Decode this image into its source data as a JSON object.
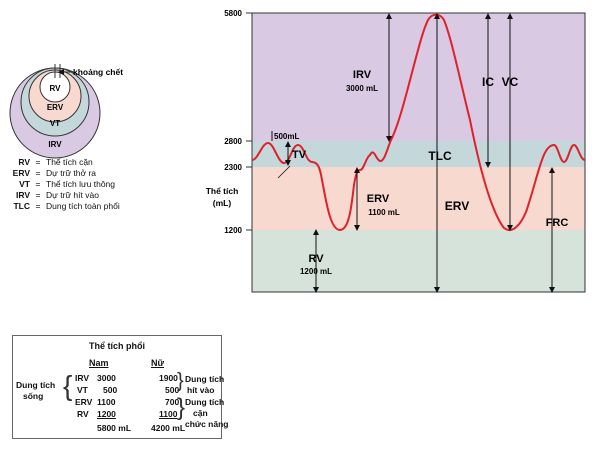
{
  "diagram": {
    "colors": {
      "irv_band": "#d9c9e3",
      "tv_band": "#c4d8dc",
      "erv_band": "#f8d9d0",
      "rv_band": "#d6e3da",
      "curve": "#e0202b"
    },
    "y_levels": {
      "top": "5800",
      "tv_top": "2800",
      "tv_bottom": "2300",
      "erv_bottom": "1200"
    },
    "y_axis_label": [
      "Thể tích",
      "(mL)"
    ],
    "labels": {
      "tv_500": "500mL",
      "tv": "TV",
      "irv": "IRV",
      "irv_value": "3000 mL",
      "tlc": "TLC",
      "ic": "IC",
      "vc": "VC",
      "erv_left": "ERV",
      "erv_left_value": "1100 mL",
      "erv_right": "ERV",
      "frc": "FRC",
      "rv": "RV",
      "rv_value": "1200 mL"
    }
  },
  "circles": {
    "dead_space": "khoảng chết",
    "rv": "RV",
    "erv": "ERV",
    "vt": "VT",
    "irv": "IRV"
  },
  "legend": [
    {
      "abbr": "RV",
      "def": "Thể tích cặn"
    },
    {
      "abbr": "ERV",
      "def": "Dự trữ thở ra"
    },
    {
      "abbr": "VT",
      "def": "Thể tích lưu thông"
    },
    {
      "abbr": "IRV",
      "def": "Dự trữ hít vào"
    },
    {
      "abbr": "TLC",
      "def": "Dung tích toàn phổi"
    }
  ],
  "volume_table": {
    "title": "Thể tích phổi",
    "col_male": "Nam",
    "col_female": "Nữ",
    "group_vital": [
      "Dung tích",
      "sống"
    ],
    "rows": [
      {
        "name": "IRV",
        "male": "3000",
        "female": "1900"
      },
      {
        "name": "VT",
        "male": "500",
        "female": "500"
      },
      {
        "name": "ERV",
        "male": "1100",
        "female": "700"
      },
      {
        "name": "RV",
        "male": "1200",
        "female": "1100"
      }
    ],
    "totals": {
      "male": "5800 mL",
      "female": "4200 mL"
    },
    "group_inspiratory": [
      "Dung tích",
      "hít vào"
    ],
    "group_frc": [
      "Dung tích",
      "cặn",
      "chức năng"
    ]
  }
}
